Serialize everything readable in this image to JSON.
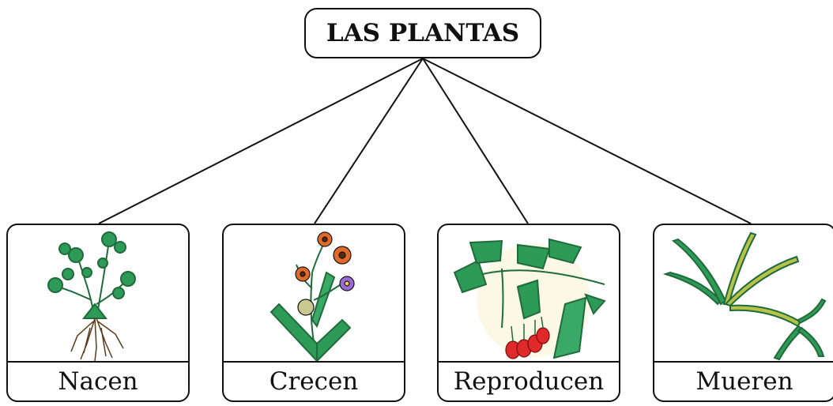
{
  "title": "LAS PLANTAS",
  "stages": [
    {
      "label": "Nacen",
      "icon": "sprouting-plant-with-roots-icon"
    },
    {
      "label": "Crecen",
      "icon": "flowering-plant-icon"
    },
    {
      "label": "Reproducen",
      "icon": "fruiting-plant-with-berries-icon"
    },
    {
      "label": "Mueren",
      "icon": "wilting-grass-icon"
    }
  ],
  "colors": {
    "line": "#111111",
    "leaf": "#2e9a58",
    "leaf_dark": "#1f6b3a",
    "fruit": "#e02a2a",
    "petal": "#e06a2a",
    "petal_purple": "#9a6ad6",
    "wilt": "#b8c24a"
  }
}
